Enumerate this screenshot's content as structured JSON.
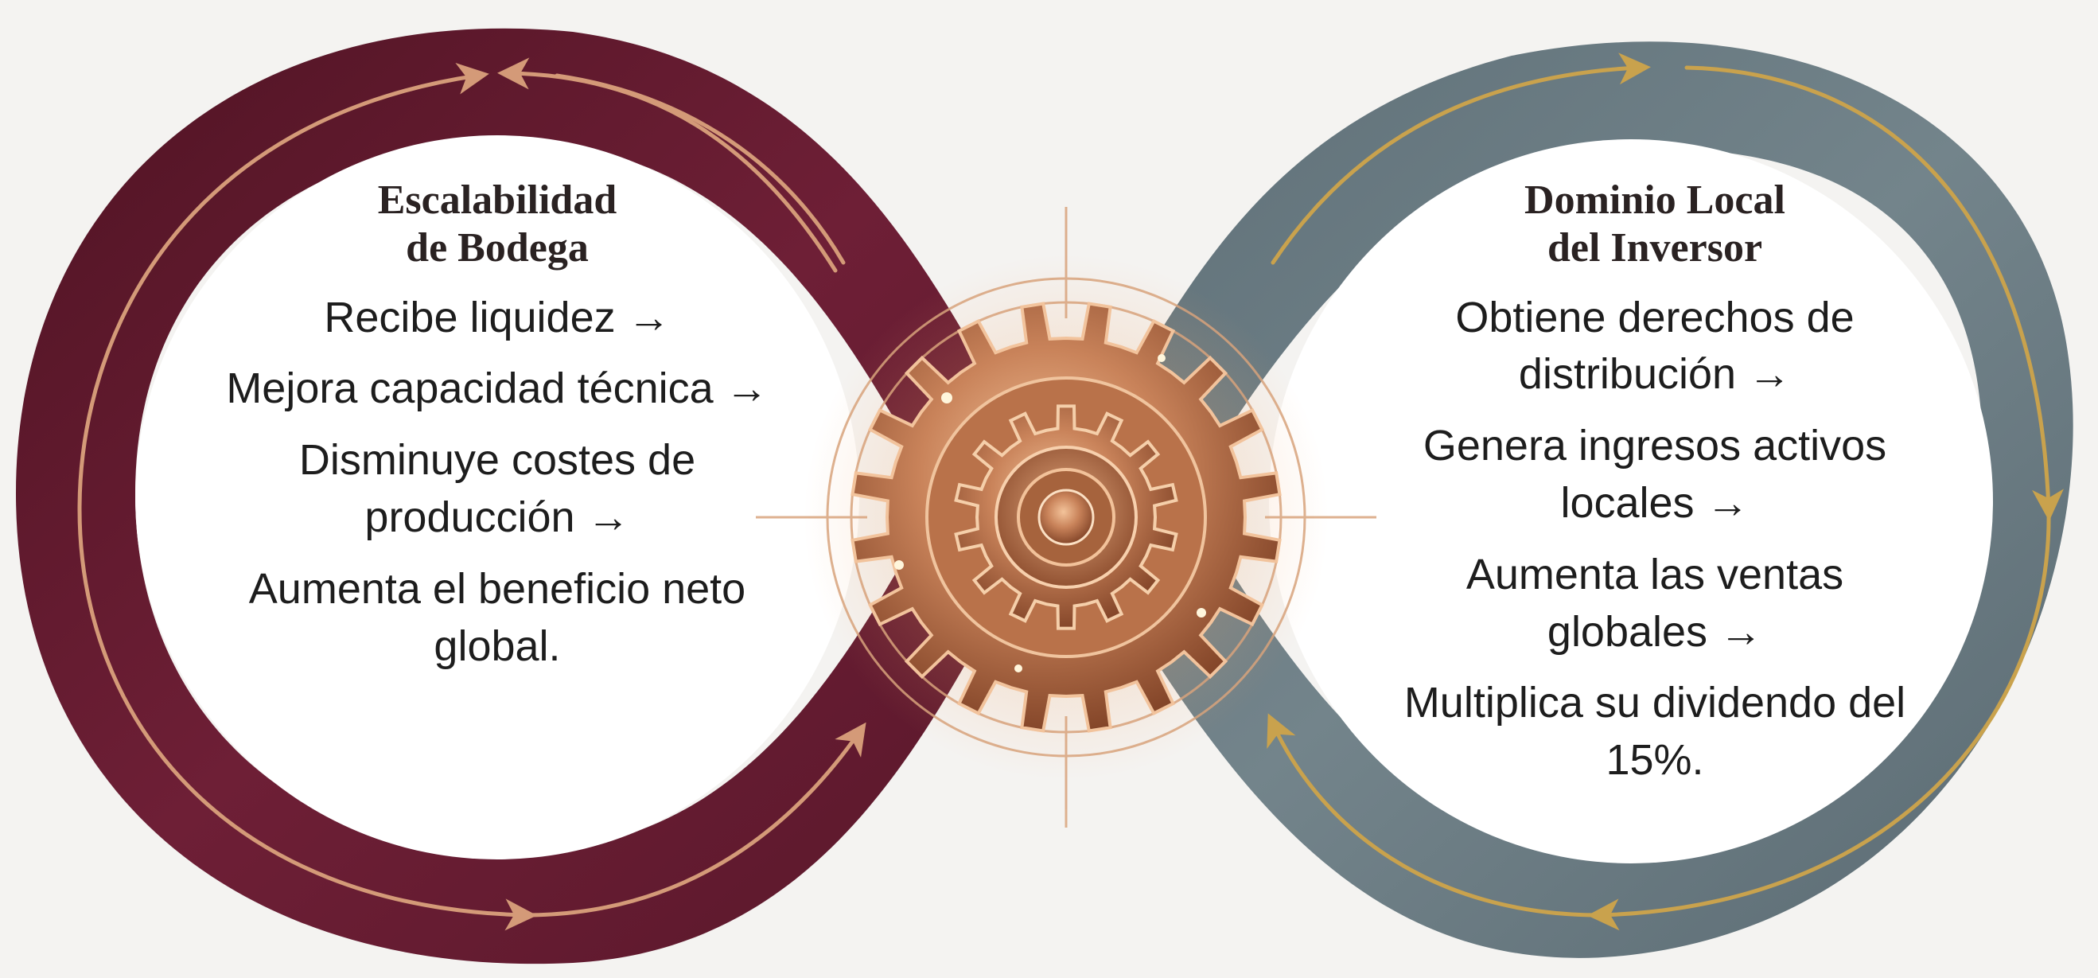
{
  "left_loop": {
    "title": "Escalabilidad\nde Bodega",
    "steps": [
      "Recibe liquidez →",
      "Mejora capacidad técnica →",
      "Disminuye costes de producción →",
      "Aumenta el beneficio neto global."
    ],
    "color": "#6b1d33"
  },
  "right_loop": {
    "title": "Dominio Local\ndel Inversor",
    "steps": [
      "Obtiene derechos de distribución →",
      "Genera ingresos activos locales →",
      "Aumenta las ventas globales →",
      "Multiplica su dividendo del 15%."
    ],
    "color": "#6b7b82"
  },
  "center": {
    "icon": "gear-icon",
    "color": "#c27a4c"
  }
}
